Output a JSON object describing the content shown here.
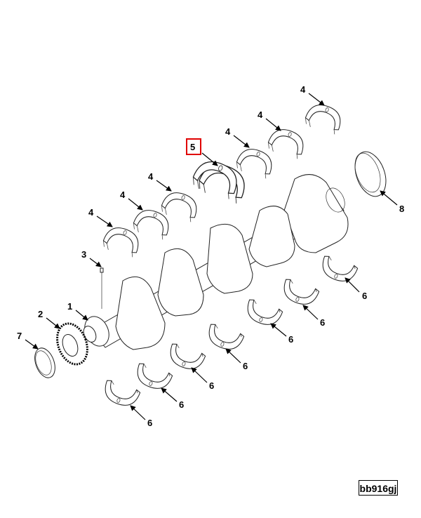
{
  "diagram": {
    "figure_id": "bb916gj",
    "highlight_color": "#e00000",
    "callouts": {
      "upper_bearing_1": "4",
      "upper_bearing_2": "4",
      "upper_bearing_3": "4",
      "thrust_bearing": "5",
      "upper_bearing_4": "4",
      "upper_bearing_5": "4",
      "upper_bearing_6": "4",
      "dowel_pin": "3",
      "rear_seal_ring": "8",
      "crankshaft": "1",
      "gear": "2",
      "front_seal_ring": "7",
      "lower_bearing_1": "6",
      "lower_bearing_2": "6",
      "lower_bearing_3": "6",
      "lower_bearing_4": "6",
      "lower_bearing_5": "6",
      "lower_bearing_6": "6",
      "lower_bearing_7": "6"
    }
  }
}
